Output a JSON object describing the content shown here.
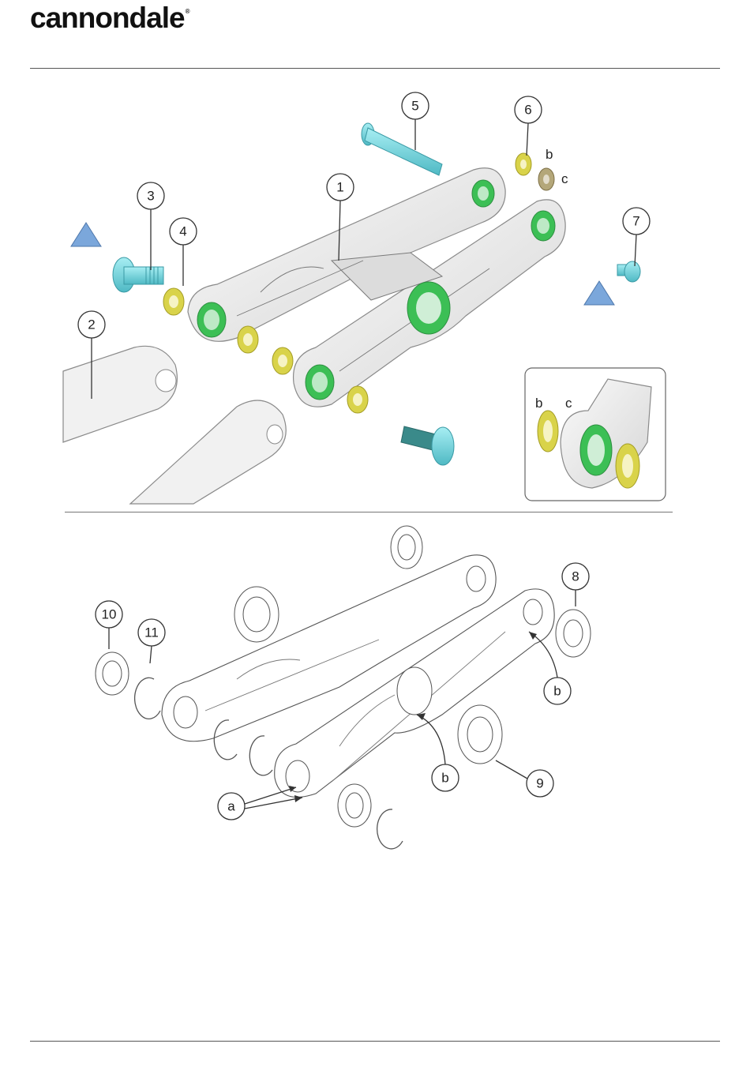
{
  "header": {
    "logo": "cannondale",
    "logo_mark": "®"
  },
  "top_figure": {
    "callouts": [
      "1",
      "2",
      "3",
      "4",
      "5",
      "6",
      "7"
    ],
    "letters": {
      "b1": "b",
      "c1": "c",
      "b2": "b",
      "c2": "c"
    }
  },
  "bottom_figure": {
    "callouts": [
      "8",
      "9",
      "10",
      "11"
    ],
    "letters": {
      "a": "a",
      "b1": "b",
      "b2": "b"
    }
  },
  "colors": {
    "bushing_green": "#3cbf55",
    "washer_yellow": "#d9d34a",
    "bolt_cyan": "#6fd3dc",
    "warning_triangle": "#7ba7db",
    "frame_gray": "#ececec"
  }
}
